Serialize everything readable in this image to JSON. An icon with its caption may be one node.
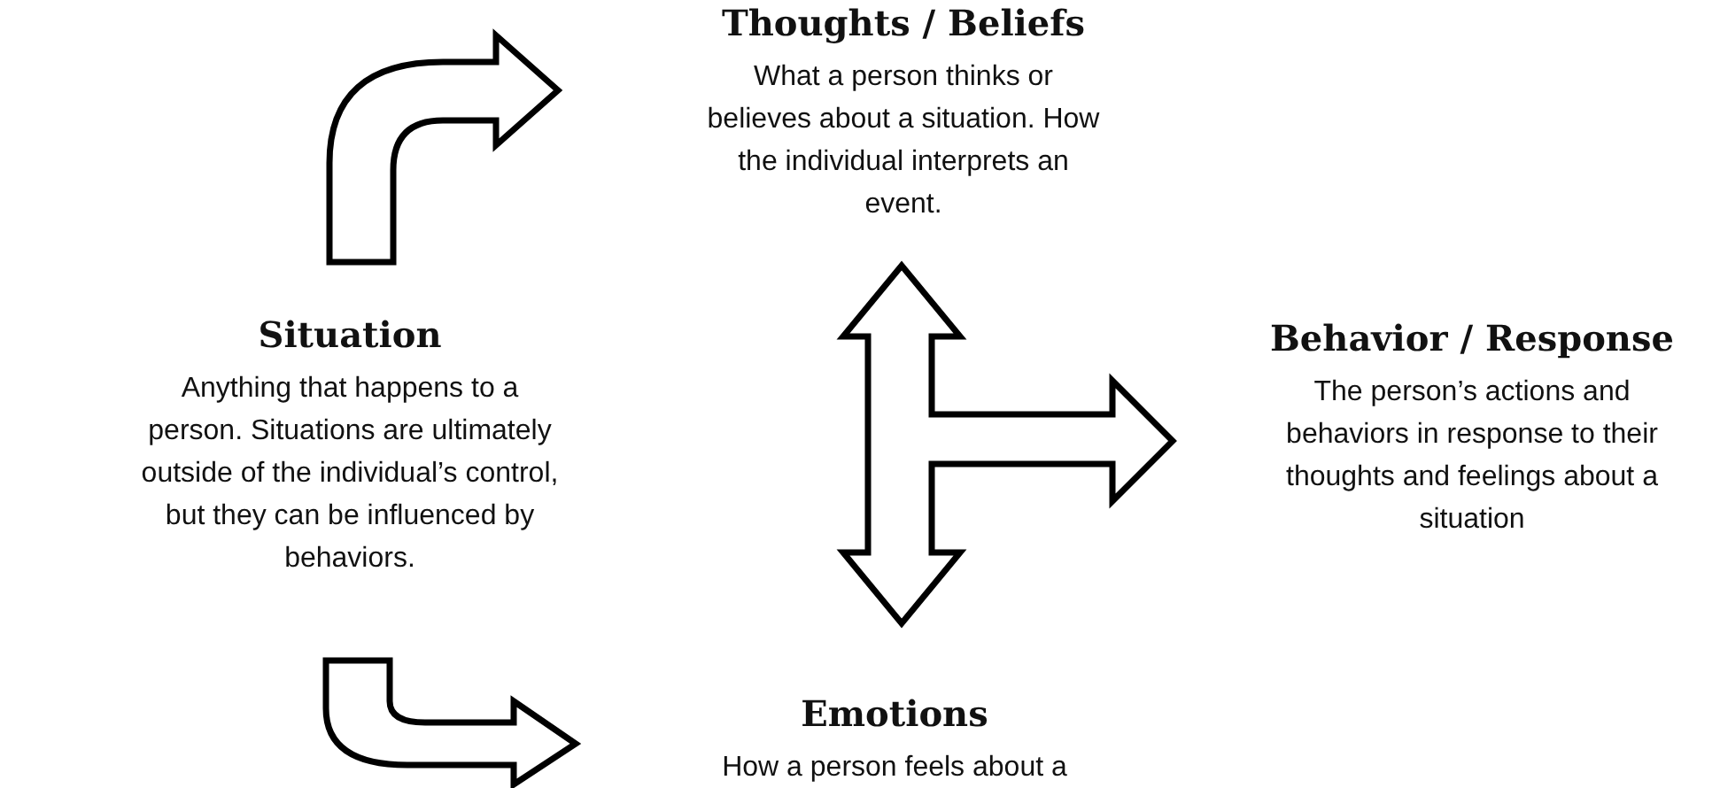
{
  "diagram": {
    "nodes": [
      {
        "text": [
          "Thoughts / Beliefs",
          "What a person thinks or believes about a situation. How the individual interprets an event."
        ]
      },
      {
        "text": [
          "Situation",
          "Anything that happens to a person. Situations are ultimately outside of the individual’s control, but they can be influenced by behaviors."
        ]
      },
      {
        "text": [
          "Behavior / Response",
          "The person’s actions and behaviors in response to their thoughts and feelings about a situation"
        ]
      },
      {
        "text": [
          "Emotions",
          "How a person feels about a"
        ]
      }
    ],
    "edges": [
      {
        "from": 1,
        "to": 0,
        "arrow": "to"
      },
      {
        "from": 1,
        "to": 3,
        "arrow": "to"
      },
      {
        "from": 0,
        "to": 3,
        "arrow": "both"
      },
      {
        "from": 0,
        "to": 2,
        "arrow": "to"
      },
      {
        "from": 3,
        "to": 2,
        "arrow": "to"
      }
    ]
  }
}
